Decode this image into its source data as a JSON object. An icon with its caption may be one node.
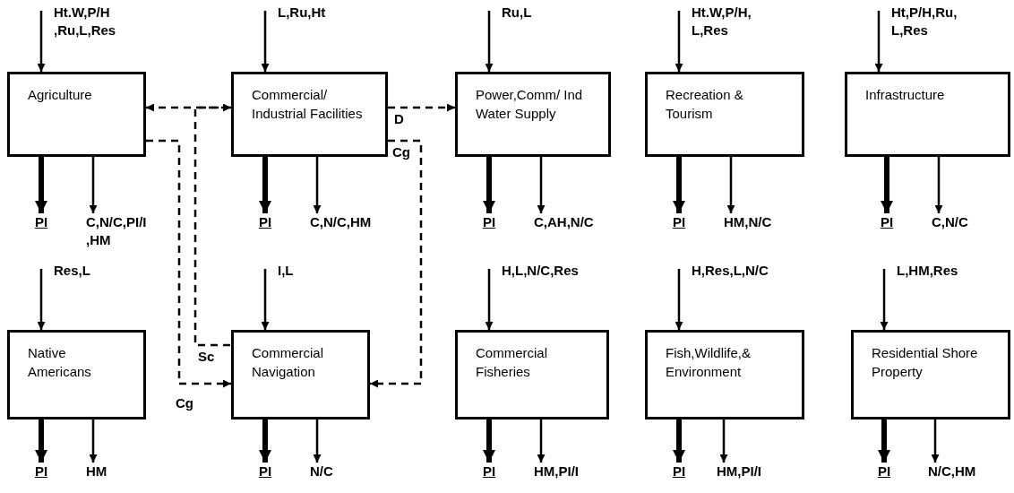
{
  "diagram": {
    "nodes": [
      {
        "text": [
          "Agriculture"
        ]
      },
      {
        "text": [
          "Commercial/ Industrial Facilities"
        ]
      },
      {
        "text": [
          "Power,Comm/ Ind Water Supply"
        ]
      },
      {
        "text": [
          "Recreation & Tourism"
        ]
      },
      {
        "text": [
          "Infrastructure"
        ]
      },
      {
        "text": [
          "Native Americans"
        ]
      },
      {
        "text": [
          "Commercial Navigation"
        ]
      },
      {
        "text": [
          "Commercial Fisheries"
        ]
      },
      {
        "text": [
          "Fish,Wildlife,& Environment"
        ]
      },
      {
        "text": [
          "Residential Shore Property"
        ]
      },
      {
        "text": [
          "PI"
        ]
      },
      {
        "text": [
          "C,N/C,PI/I ,HM"
        ]
      },
      {
        "text": [
          "PI"
        ]
      },
      {
        "text": [
          "C,N/C,HM"
        ]
      },
      {
        "text": [
          "PI"
        ]
      },
      {
        "text": [
          "C,AH,N/C"
        ]
      },
      {
        "text": [
          "PI"
        ]
      },
      {
        "text": [
          "HM,N/C"
        ]
      },
      {
        "text": [
          "PI"
        ]
      },
      {
        "text": [
          "C,N/C"
        ]
      },
      {
        "text": [
          "PI"
        ]
      },
      {
        "text": [
          "HM"
        ]
      },
      {
        "text": [
          "PI"
        ]
      },
      {
        "text": [
          "N/C"
        ]
      },
      {
        "text": [
          "PI"
        ]
      },
      {
        "text": [
          "HM,PI/I"
        ]
      },
      {
        "text": [
          "PI"
        ]
      },
      {
        "text": [
          "HM,PI/I"
        ]
      },
      {
        "text": [
          "PI"
        ]
      },
      {
        "text": [
          "N/C,HM"
        ]
      }
    ],
    "edges": [
      {
        "from": null,
        "to": 0,
        "arrow": "to",
        "label": "Ht.W,P/H ,Ru,L,Res"
      },
      {
        "from": null,
        "to": 1,
        "arrow": "to",
        "label": "L,Ru,Ht"
      },
      {
        "from": null,
        "to": 2,
        "arrow": "to",
        "label": "Ru,L"
      },
      {
        "from": null,
        "to": 3,
        "arrow": "to",
        "label": "Ht.W,P/H, L,Res"
      },
      {
        "from": null,
        "to": 4,
        "arrow": "to",
        "label": "Ht,P/H,Ru, L,Res"
      },
      {
        "from": null,
        "to": 5,
        "arrow": "to",
        "label": "Res,L"
      },
      {
        "from": null,
        "to": 6,
        "arrow": "to",
        "label": "I,L"
      },
      {
        "from": null,
        "to": 7,
        "arrow": "to",
        "label": "H,L,N/C,Res"
      },
      {
        "from": null,
        "to": 8,
        "arrow": "to",
        "label": "H,Res,L,N/C"
      },
      {
        "from": null,
        "to": 9,
        "arrow": "to",
        "label": "L,HM,Res"
      },
      {
        "from": 0,
        "to": 10,
        "arrow": "to",
        "style": "thick"
      },
      {
        "from": 0,
        "to": 11,
        "arrow": "to"
      },
      {
        "from": 1,
        "to": 12,
        "arrow": "to",
        "style": "thick"
      },
      {
        "from": 1,
        "to": 13,
        "arrow": "to"
      },
      {
        "from": 2,
        "to": 14,
        "arrow": "to",
        "style": "thick"
      },
      {
        "from": 2,
        "to": 15,
        "arrow": "to"
      },
      {
        "from": 3,
        "to": 16,
        "arrow": "to",
        "style": "thick"
      },
      {
        "from": 3,
        "to": 17,
        "arrow": "to"
      },
      {
        "from": 4,
        "to": 18,
        "arrow": "to",
        "style": "thick"
      },
      {
        "from": 4,
        "to": 19,
        "arrow": "to"
      },
      {
        "from": 5,
        "to": 20,
        "arrow": "to",
        "style": "thick"
      },
      {
        "from": 5,
        "to": 21,
        "arrow": "to"
      },
      {
        "from": 6,
        "to": 22,
        "arrow": "to",
        "style": "thick"
      },
      {
        "from": 6,
        "to": 23,
        "arrow": "to"
      },
      {
        "from": 7,
        "to": 24,
        "arrow": "to",
        "style": "thick"
      },
      {
        "from": 7,
        "to": 25,
        "arrow": "to"
      },
      {
        "from": 8,
        "to": 26,
        "arrow": "to",
        "style": "thick"
      },
      {
        "from": 8,
        "to": 27,
        "arrow": "to"
      },
      {
        "from": 9,
        "to": 28,
        "arrow": "to",
        "style": "thick"
      },
      {
        "from": 9,
        "to": 29,
        "arrow": "to"
      },
      {
        "from": 0,
        "to": 1,
        "arrow": "both",
        "style": "dashed"
      },
      {
        "from": 1,
        "to": 6,
        "arrow": "none",
        "style": "dashed",
        "label": "Sc"
      },
      {
        "from": 0,
        "to": 6,
        "arrow": "to",
        "style": "dashed",
        "label": "Cg"
      },
      {
        "from": 1,
        "to": 2,
        "arrow": "to",
        "style": "dashed",
        "label": "D"
      },
      {
        "from": 1,
        "to": 6,
        "arrow": "to",
        "style": "dashed",
        "label": "Cg"
      }
    ]
  }
}
